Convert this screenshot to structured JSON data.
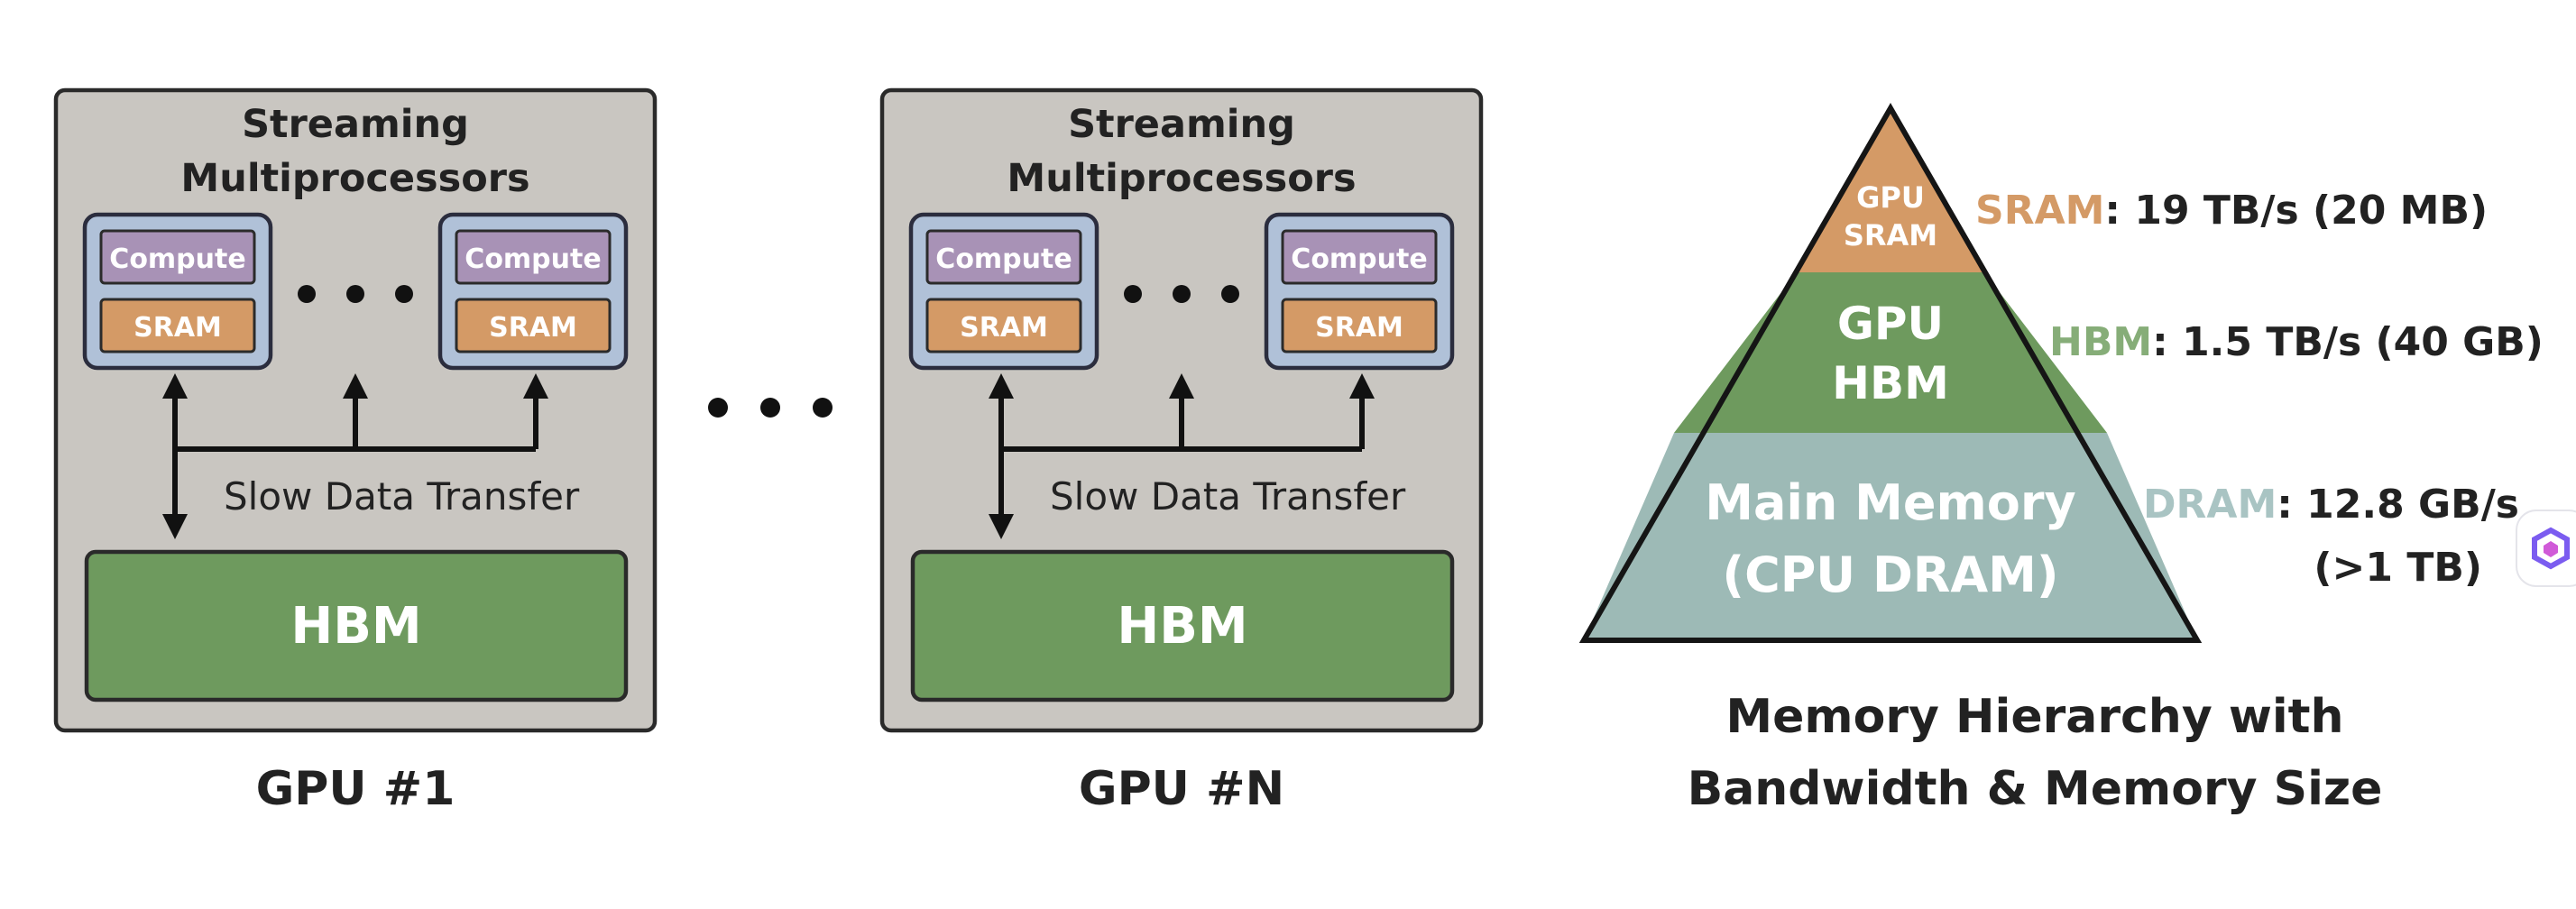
{
  "diagram": {
    "gpus": [
      {
        "sm_title": [
          "Streaming",
          "Multiprocessors"
        ],
        "compute_label": "Compute",
        "sram_label": "SRAM",
        "transfer_label": "Slow Data Transfer",
        "hbm_label": "HBM",
        "caption": "GPU #1"
      },
      {
        "sm_title": [
          "Streaming",
          "Multiprocessors"
        ],
        "compute_label": "Compute",
        "sram_label": "SRAM",
        "transfer_label": "Slow Data Transfer",
        "hbm_label": "HBM",
        "caption": "GPU #N"
      }
    ],
    "pyramid": {
      "levels": [
        {
          "label_lines": [
            "GPU",
            "SRAM"
          ],
          "name": "SRAM",
          "spec": ": 19 TB/s (20 MB)",
          "spec_line2": "",
          "color": "#d49a66"
        },
        {
          "label_lines": [
            "GPU",
            "HBM"
          ],
          "name": "HBM",
          "spec": ": 1.5 TB/s (40 GB)",
          "spec_line2": "",
          "color": "#6e9a5e"
        },
        {
          "label_lines": [
            "Main Memory",
            "(CPU DRAM)"
          ],
          "name": "DRAM",
          "spec": ": 12.8 GB/s",
          "spec_line2": "(>1 TB)",
          "color": "#9dbab6"
        }
      ],
      "caption": [
        "Memory Hierarchy with",
        "Bandwidth & Memory Size"
      ]
    },
    "colors": {
      "gpu_frame": "#c9c6c1",
      "sm_block": "#b0c1d8",
      "compute": "#a892b6",
      "sram": "#d49a66",
      "hbm": "#6e9a5e",
      "dram": "#9dbab6"
    },
    "side_icon": "assistant-logo-icon"
  }
}
